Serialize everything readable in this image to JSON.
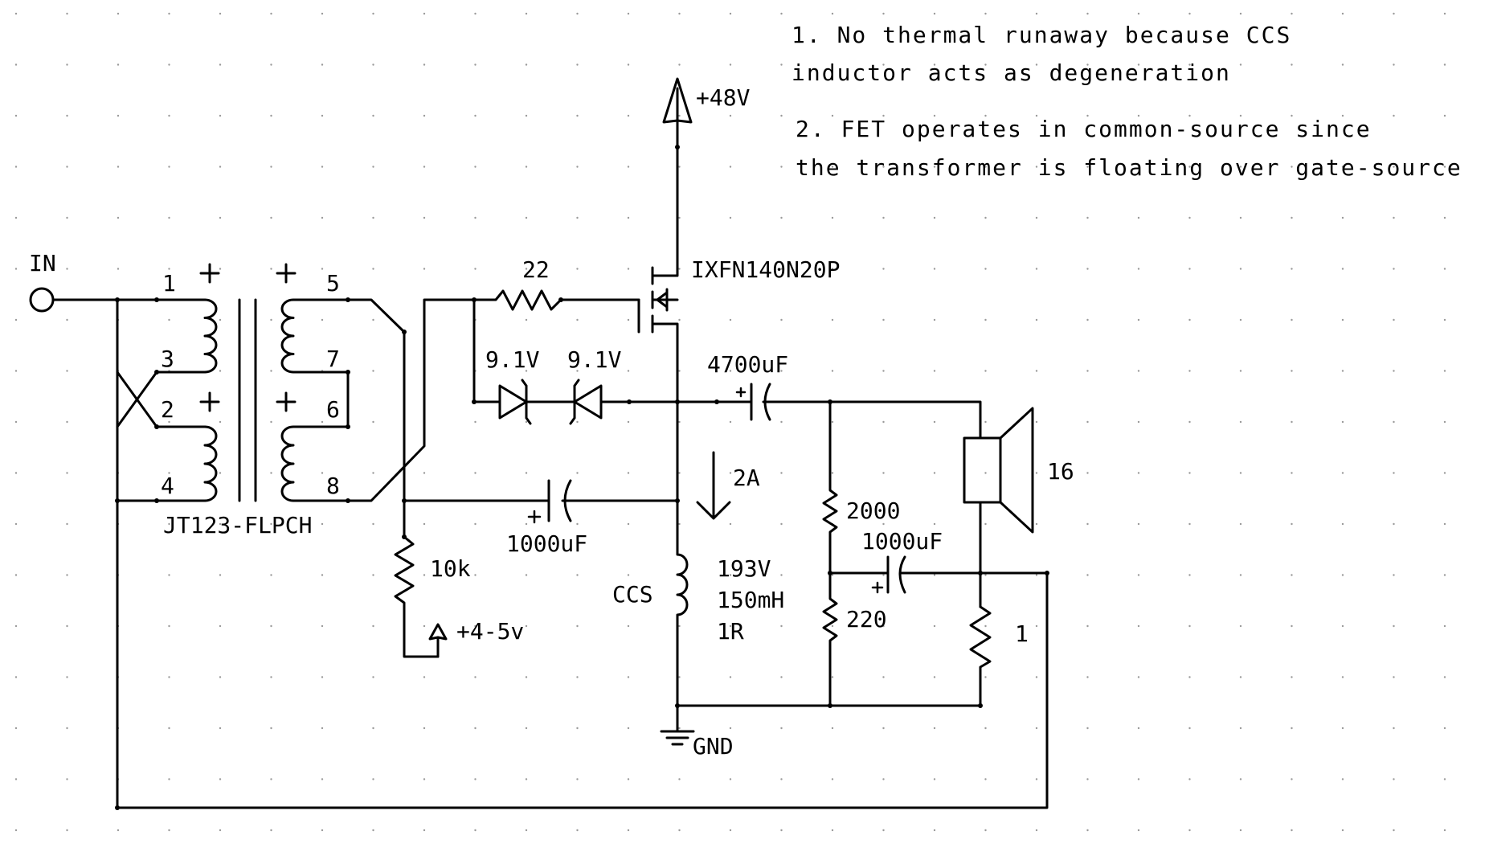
{
  "notes": [
    "1. No thermal runaway  because CCS",
    "inductor acts as degeneration",
    "2. FET operates in common-source since",
    "the transformer is floating over gate-source"
  ],
  "labels": {
    "input": "IN",
    "supply": "+48V",
    "fet": "IXFN140N20P",
    "gate_resistor": "22",
    "zener_1": "9.1V",
    "zener_2": "9.1V",
    "cap_output": "4700uF",
    "cap_bypass": "1000uF",
    "cap_feedback": "1000uF",
    "current": "2A",
    "bias_resistor": "10k",
    "bias_supply": "+4-5v",
    "ccs": "CCS",
    "inductor_voltage": "193V",
    "inductor_value": "150mH",
    "inductor_resistance": "1R",
    "divider_top": "2000",
    "divider_bottom": "220",
    "sense_resistor": "1",
    "speaker": "16",
    "ground": "GND",
    "transformer": "JT123-FLPCH",
    "pin_1": "1",
    "pin_2": "2",
    "pin_3": "3",
    "pin_4": "4",
    "pin_5": "5",
    "pin_6": "6",
    "pin_7": "7",
    "pin_8": "8"
  }
}
